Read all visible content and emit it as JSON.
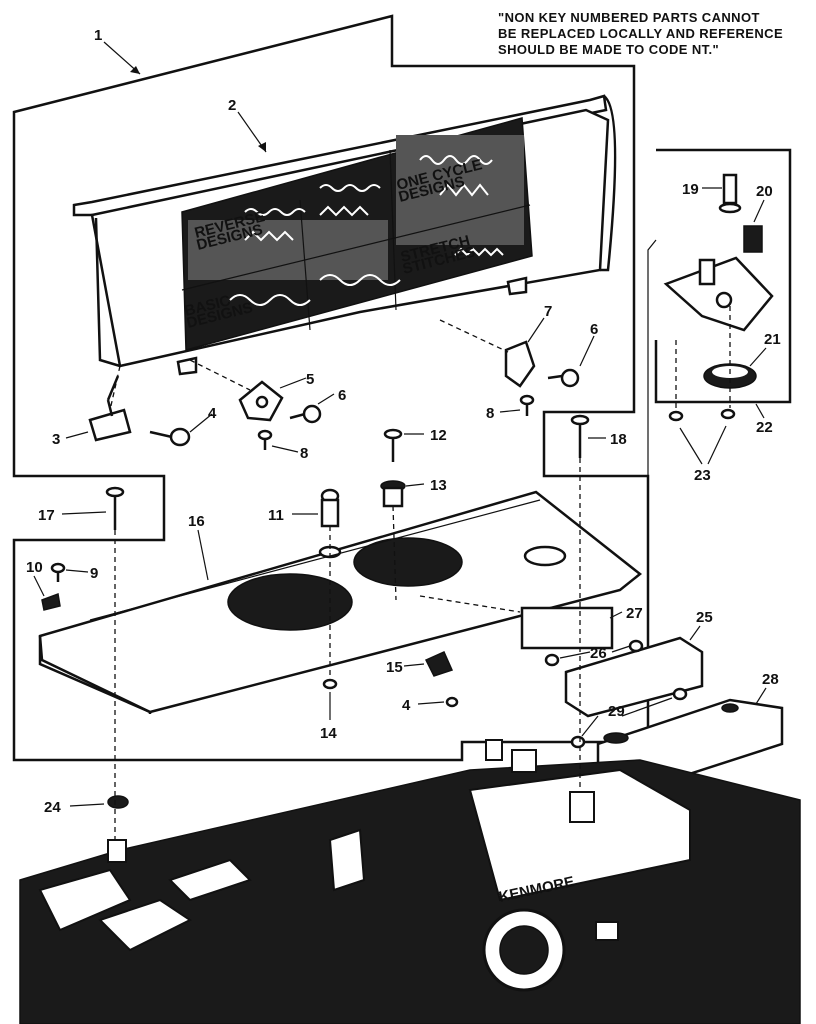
{
  "note": {
    "line1": "\"NON KEY NUMBERED PARTS CANNOT",
    "line2": "BE REPLACED LOCALLY AND REFERENCE",
    "line3": "SHOULD BE MADE TO CODE NT.\""
  },
  "panel_text": {
    "reverse_designs_1": "REVERSE",
    "reverse_designs_2": "DESIGNS",
    "one_cycle_1": "ONE CYCLE",
    "one_cycle_2": "DESIGNS",
    "stretch_1": "STRETCH",
    "stretch_2": "STITCHES",
    "basic_1": "BASIC",
    "basic_2": "DESIGNS",
    "brand": "KENMORE"
  },
  "callouts": [
    "1",
    "2",
    "3",
    "4",
    "5",
    "6",
    "6",
    "7",
    "8",
    "8",
    "9",
    "10",
    "11",
    "12",
    "13",
    "14",
    "15",
    "4",
    "16",
    "17",
    "18",
    "19",
    "20",
    "21",
    "22",
    "23",
    "24",
    "25",
    "26",
    "27",
    "28",
    "29"
  ]
}
